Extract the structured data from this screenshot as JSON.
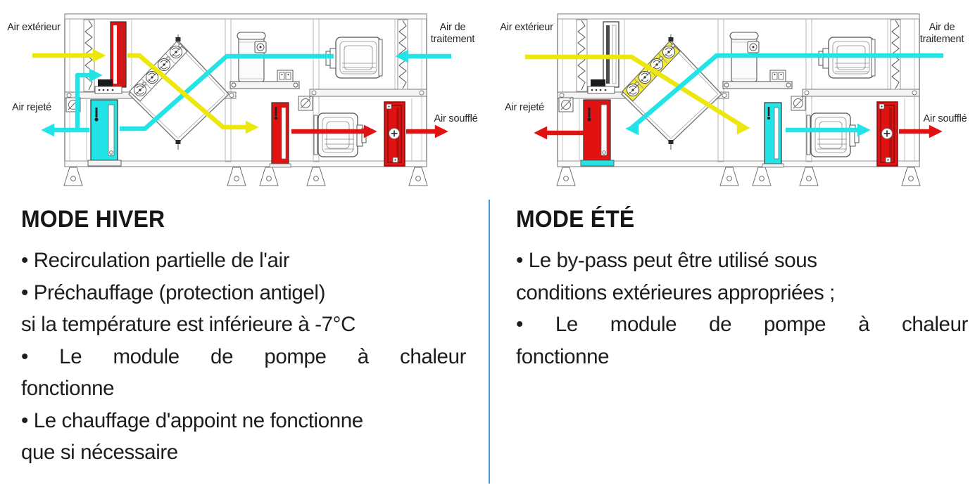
{
  "diagrams": {
    "winter": {
      "air_exterieur": "Air extérieur",
      "air_rejete": "Air rejeté",
      "air_traitement": "Air de traitement",
      "air_souffle": "Air soufflé"
    },
    "summer": {
      "air_exterieur": "Air extérieur",
      "air_rejete": "Air rejeté",
      "air_traitement": "Air de traitement",
      "air_souffle": "Air soufflé"
    }
  },
  "sections": {
    "winter": {
      "title": "MODE HIVER",
      "lines": [
        "• Recirculation partielle de l'air",
        "• Préchauffage (protection antigel)",
        "si la température est inférieure à -7°C",
        "• Le module de pompe à chaleur",
        "fonctionne",
        "• Le chauffage d'appoint ne fonctionne",
        "que si nécessaire"
      ]
    },
    "summer": {
      "title": "MODE ÉTÉ",
      "lines": [
        "• Le by-pass peut être utilisé sous",
        "conditions extérieures appropriées ;",
        "• Le module de pompe à chaleur",
        "fonctionne"
      ]
    }
  },
  "colors": {
    "flow_yellow": "#EDE70C",
    "flow_cyan": "#22E4E6",
    "flow_red": "#E11212",
    "divider_blue": "#4F93CF",
    "text": "#1E1E1E"
  }
}
